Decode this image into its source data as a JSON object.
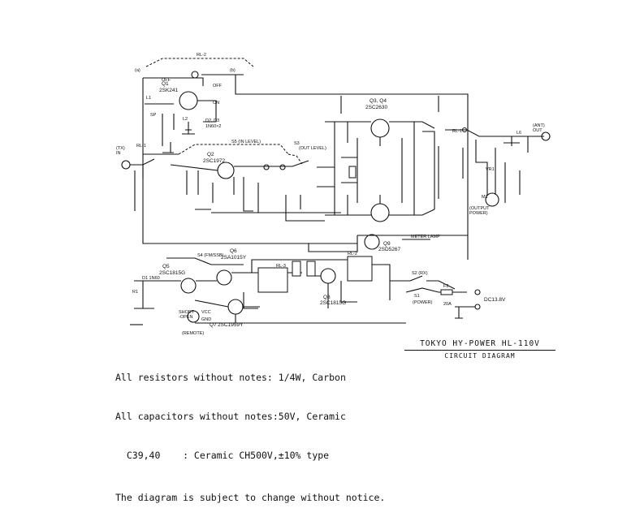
{
  "title_block": {
    "title": "TOKYO HY-POWER HL-110V",
    "subtitle": "CIRCUIT DIAGRAM"
  },
  "notes": [
    "All resistors without notes: 1/4W, Carbon",
    "All capacitors without notes:50V, Ceramic",
    "  C39,40    : Ceramic CH500V,±10% type",
    "The diagram is subject to change without notice."
  ],
  "labels": {
    "rl2": "RL-2",
    "a_left": "(a)",
    "b_right": "(b)",
    "off1": "OFF",
    "off2": "OFF",
    "on": "ON",
    "q1": "Q1",
    "q1_type": "2SK241",
    "sp": "SP",
    "l1": "L1",
    "l2": "L2",
    "d2d3": "D2, D3",
    "d2d3_type": "1N60×2",
    "q3q4": "Q3, Q4",
    "q3q4_type": "2SC2630",
    "rl1_top": "RL-1",
    "ant_in": "(TX)\nIN",
    "ant_out": "(ANT)\nOUT",
    "rl1_left": "RL-1",
    "s5": "S5 (IN LEVEL)",
    "s3": "S3",
    "s3_sub": "(OUT LEVEL)",
    "q2": "Q2",
    "q2_type": "2SC1972",
    "power_w": "(OUTPUT\nPOWER)",
    "m1": "M1",
    "l6": "L6",
    "vr1": "VR1",
    "meter_lamp": "METER LAMP",
    "q9": "Q9",
    "q9_type": "2SD5267",
    "s4": "S4 (FM/SSB)",
    "q6": "Q6",
    "q6_type": "2SA1015Y",
    "q5": "Q5",
    "q5_type": "2SC1815G",
    "rl3": "RL-3",
    "rl2b": "RL-2",
    "q8": "Q8",
    "q8_type": "2SC1815G",
    "q7": "Q7",
    "q7_type": "2SC1959Y",
    "s2": "S2 (RX)",
    "s1": "S1",
    "s1_sub": "(POWER)",
    "f2": "F2",
    "f2_val": "20A",
    "dc": "DC13.8V",
    "short_open": "SHORT\n-OPEN",
    "remote": "(REMOTE)",
    "d1": "D1  1N60",
    "r1": "R1",
    "gnd": "GND",
    "vcc": "VCC"
  },
  "colors": {
    "ink": "#111111",
    "paper": "#ffffff"
  }
}
